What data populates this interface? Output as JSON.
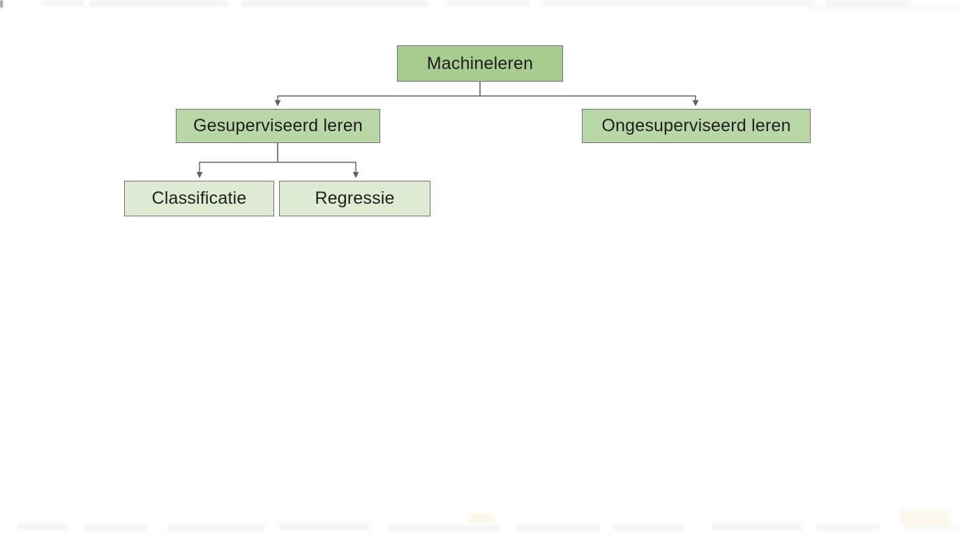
{
  "diagram": {
    "type": "hierarchy",
    "language": "nl",
    "background": "#ffffff",
    "colors": {
      "level1_fill": "#a8cb90",
      "level2_fill": "#b9d6a6",
      "level3_fill": "#deebd2",
      "box_border": "#707070",
      "connector": "#5f5f5f",
      "text": "#1e1e1e"
    },
    "tree": {
      "label": "Machineleren",
      "children": [
        {
          "label": "Gesuperviseerd leren",
          "children": [
            {
              "label": "Classificatie",
              "children": []
            },
            {
              "label": "Regressie",
              "children": []
            }
          ]
        },
        {
          "label": "Ongesuperviseerd leren",
          "children": []
        }
      ]
    }
  }
}
